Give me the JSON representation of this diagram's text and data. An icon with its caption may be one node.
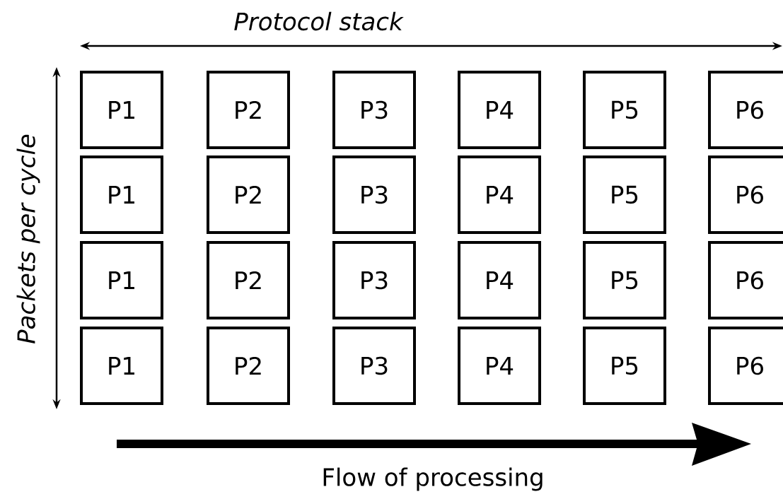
{
  "diagram": {
    "nodes": [
      {
        "text": [
          "P1"
        ]
      },
      {
        "text": [
          "P2"
        ]
      },
      {
        "text": [
          "P3"
        ]
      },
      {
        "text": [
          "P4"
        ]
      },
      {
        "text": [
          "P5"
        ]
      },
      {
        "text": [
          "P6"
        ]
      },
      {
        "text": [
          "P1"
        ]
      },
      {
        "text": [
          "P2"
        ]
      },
      {
        "text": [
          "P3"
        ]
      },
      {
        "text": [
          "P4"
        ]
      },
      {
        "text": [
          "P5"
        ]
      },
      {
        "text": [
          "P6"
        ]
      },
      {
        "text": [
          "P1"
        ]
      },
      {
        "text": [
          "P2"
        ]
      },
      {
        "text": [
          "P3"
        ]
      },
      {
        "text": [
          "P4"
        ]
      },
      {
        "text": [
          "P5"
        ]
      },
      {
        "text": [
          "P6"
        ]
      },
      {
        "text": [
          "P1"
        ]
      },
      {
        "text": [
          "P2"
        ]
      },
      {
        "text": [
          "P3"
        ]
      },
      {
        "text": [
          "P4"
        ]
      },
      {
        "text": [
          "P5"
        ]
      },
      {
        "text": [
          "P6"
        ]
      }
    ],
    "labels": [
      "Protocol stack",
      "Packets per cycle",
      "Flow of processing"
    ]
  }
}
